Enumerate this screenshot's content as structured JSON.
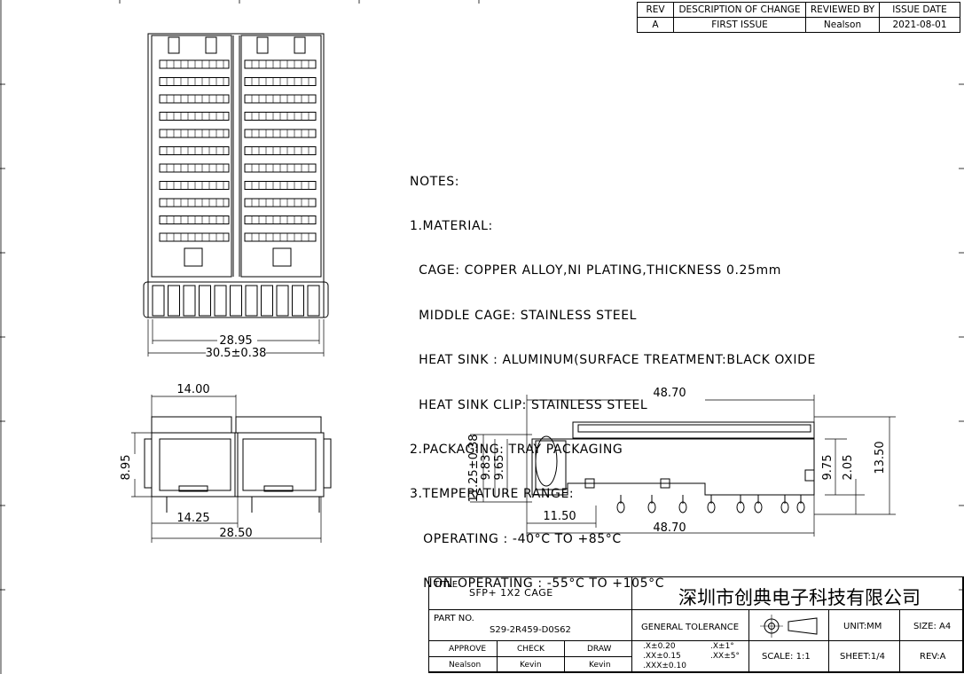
{
  "revision_table": {
    "headers": [
      "REV",
      "DESCRIPTION OF CHANGE",
      "REVIEWED BY",
      "ISSUE DATE"
    ],
    "rows": [
      [
        "A",
        "FIRST ISSUE",
        "Nealson",
        "2021-08-01"
      ]
    ]
  },
  "notes": [
    "NOTES:",
    "1.MATERIAL:",
    "  CAGE: COPPER ALLOY,NI PLATING,THICKNESS 0.25mm",
    "  MIDDLE CAGE: STAINLESS STEEL",
    "  HEAT SINK : ALUMINUM(SURFACE TREATMENT:BLACK OXIDE",
    "  HEAT SINK CLIP: STAINLESS STEEL",
    "2.PACKAGING: TRAY PACKAGING",
    "3.TEMPERATURE RANGE:",
    "   OPERATING : -40°C TO +85°C",
    "   NON OPERATING : -55°C TO +105°C"
  ],
  "dimensions": {
    "top_w1": "28.95",
    "top_w2": "30.5±0.38",
    "front_top": "14.00",
    "front_h": "8.95",
    "front_b1": "14.25",
    "front_b2": "28.50",
    "side_top": "48.70",
    "side_h1": "11.25±0.38",
    "side_h2": "9.83",
    "side_h3": "9.65",
    "side_h4": "9.75",
    "side_h5": "2.05",
    "side_h6": "13.50",
    "side_b1": "11.50",
    "side_b2": "48.70"
  },
  "title_block": {
    "title_label": "TITLE",
    "title": "SFP+ 1X2 CAGE",
    "company": "深圳市创典电子科技有限公司",
    "part_no_label": "PART NO.",
    "part_no": "S29-2R459-D0S62",
    "tolerance_label": "GENERAL TOLERANCE",
    "unit": "UNIT:MM",
    "size": "SIZE: A4",
    "approve_label": "APPROVE",
    "check_label": "CHECK",
    "draw_label": "DRAW",
    "approve": "Nealson",
    "check": "Kevin",
    "draw": "Kevin",
    "tol1": ".X±0.20",
    "tol2": ".XX±0.15",
    "tol3": ".XXX±0.10",
    "tol4": ".X±1°",
    "tol5": ".XX±5°",
    "scale": "SCALE: 1:1",
    "sheet": "SHEET:1/4",
    "rev": "REV:A"
  }
}
